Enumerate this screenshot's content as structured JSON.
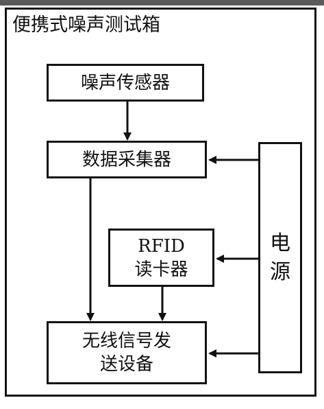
{
  "title": "便携式噪声测试箱",
  "nodes": {
    "noise_sensor": "噪声传感器",
    "data_collector": "数据采集器",
    "rfid_reader": [
      "RFID",
      "读卡器"
    ],
    "wireless_transmitter": [
      "无线信号发",
      "送设备"
    ],
    "power_supply": [
      "电",
      "源"
    ]
  },
  "colors": {
    "line": "#111111",
    "frame_top": "#5a5a5a",
    "background": "#ffffff"
  }
}
